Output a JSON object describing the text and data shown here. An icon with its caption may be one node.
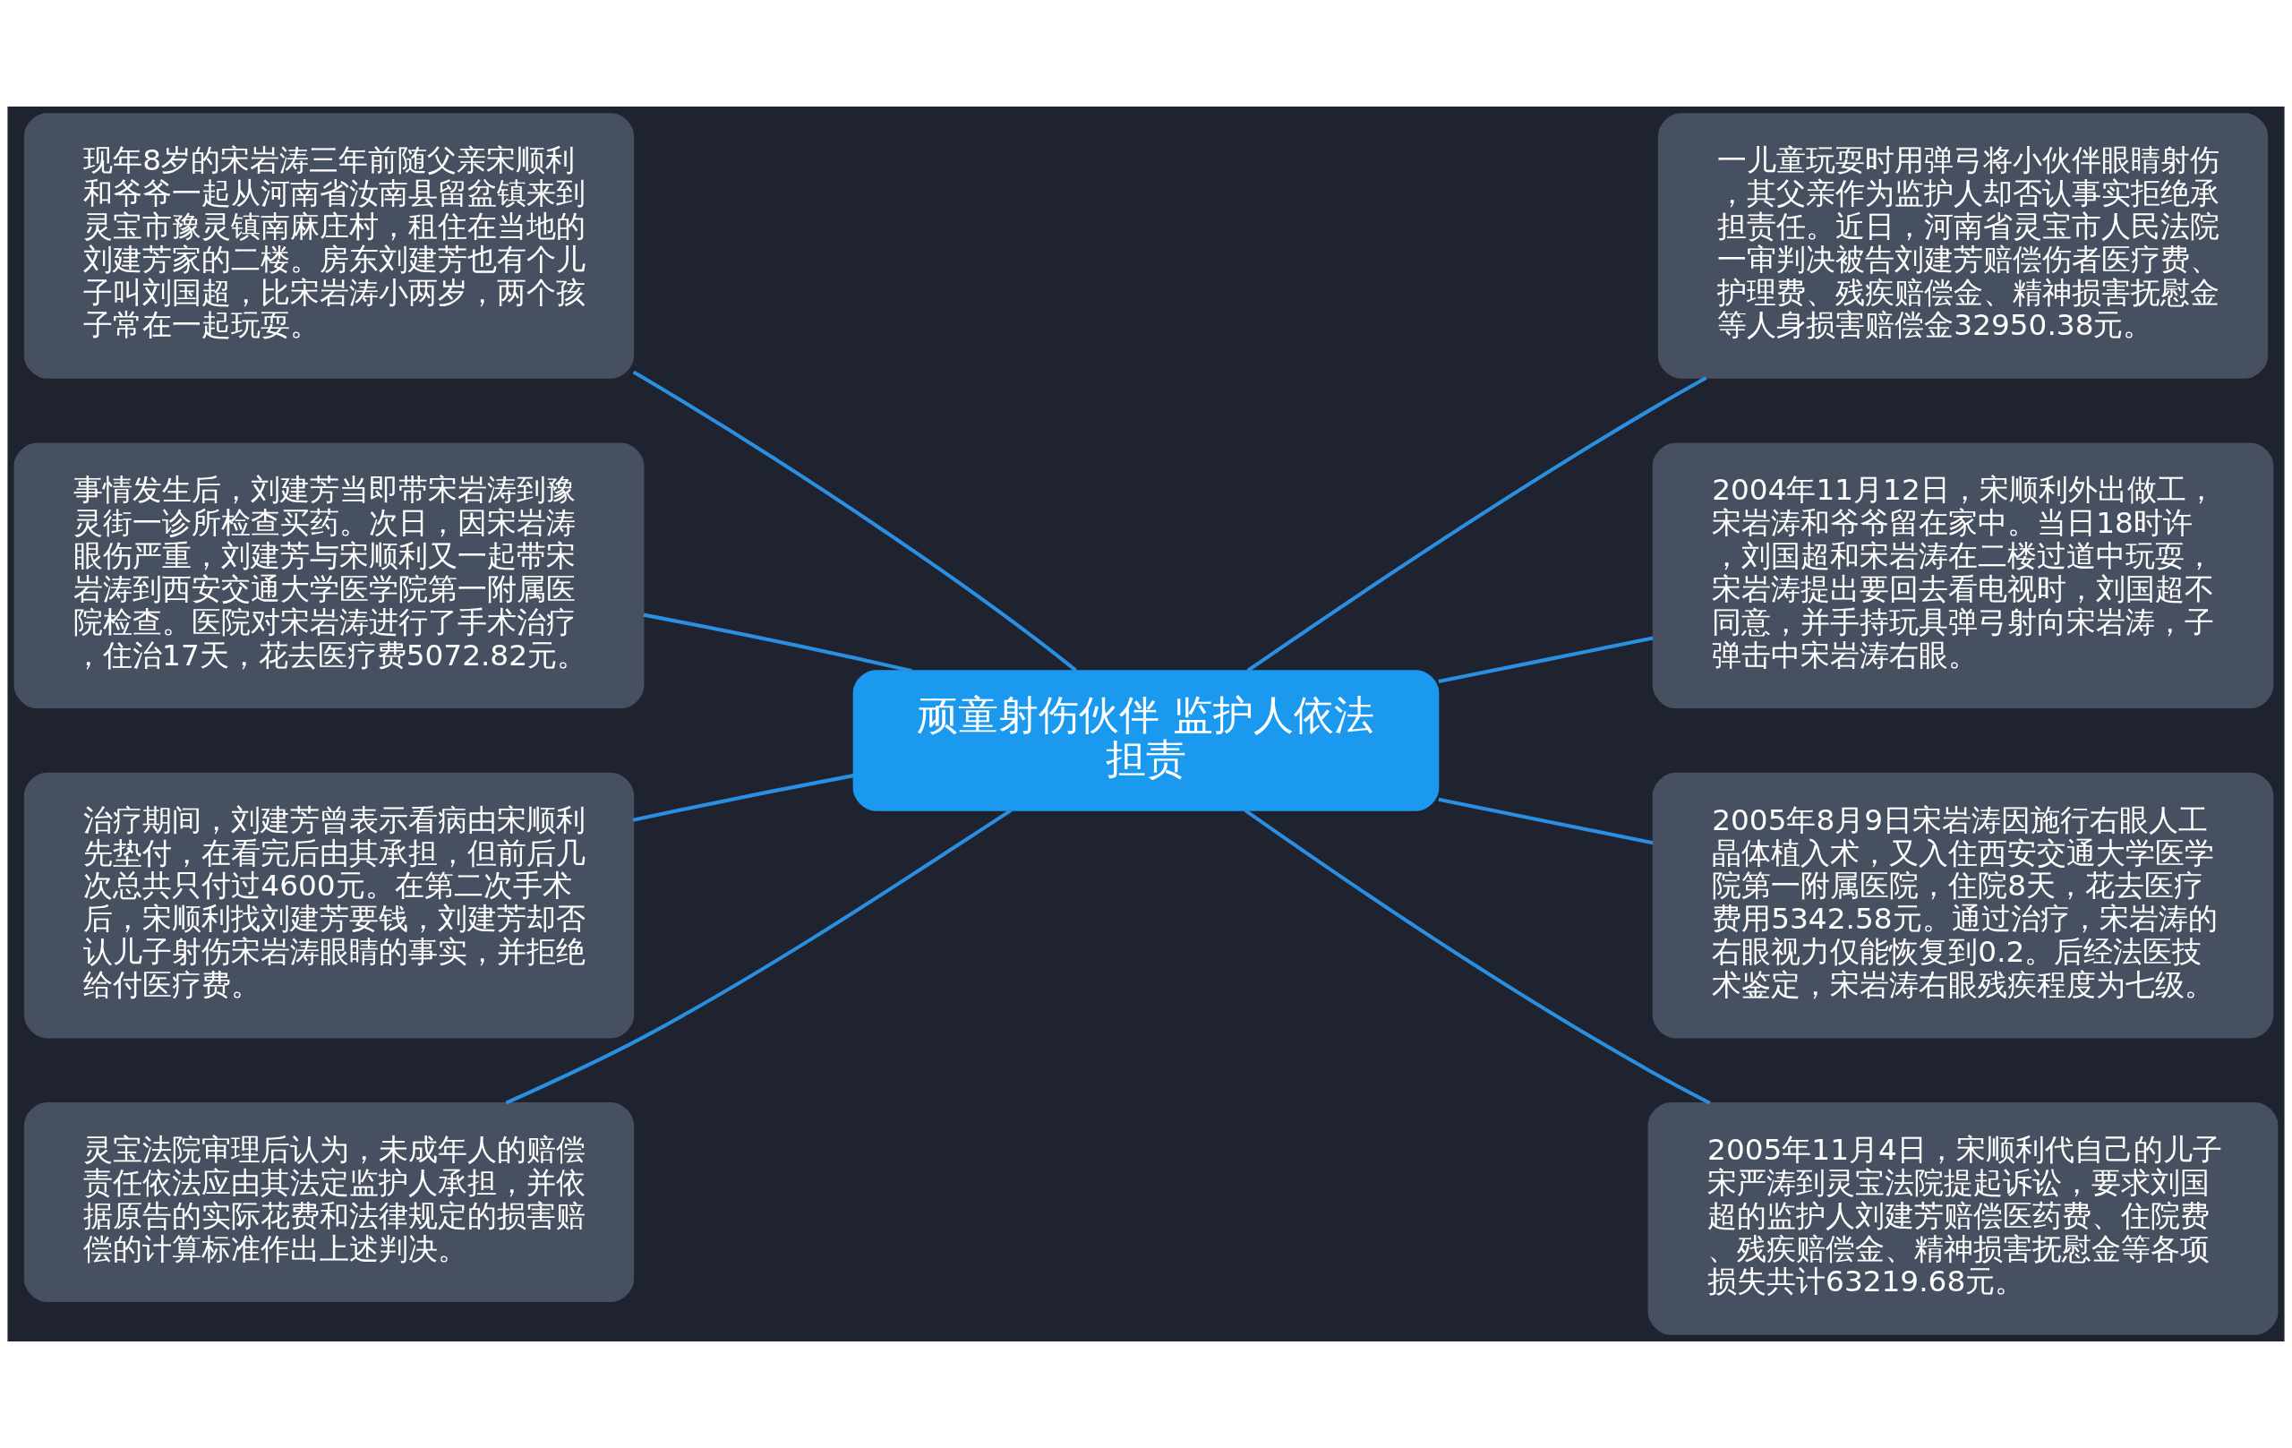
{
  "diagram": {
    "nodes": [
      {
        "text": [
          "顽童射伤伙伴 监护人依法担责"
        ]
      },
      {
        "text": [
          "一儿童玩耍时用弹弓将小伙伴眼睛射伤，其父亲作为监护人却否认事实拒绝承担责任。近日，河南省灵宝市人民法院一审判决被告刘建芳赔偿伤者医疗费、护理费、残疾赔偿金、精神损害抚慰金等人身损害赔偿金32950.38元。"
        ]
      },
      {
        "text": [
          "2004年11月12日，宋顺利外出做工，宋岩涛和爷爷留在家中。当日18时许，刘国超和宋岩涛在二楼过道中玩耍，宋岩涛提出要回去看电视时，刘国超不同意，并手持玩具弹弓射向宋岩涛，子弹击中宋岩涛右眼。"
        ]
      },
      {
        "text": [
          "2005年8月9日宋岩涛因施行右眼人工晶体植入术，又入住西安交通大学医学院第一附属医院，住院8天，花去医疗费用5342.58元。通过治疗，宋岩涛的右眼视力仅能恢复到0.2。后经法医技术鉴定，宋岩涛右眼残疾程度为七级。"
        ]
      },
      {
        "text": [
          "2005年11月4日，宋顺利代自己的儿子宋严涛到灵宝法院提起诉讼，要求刘国超的监护人刘建芳赔偿医药费、住院费、残疾赔偿金、精神损害抚慰金等各项损失共计63219.68元。"
        ]
      },
      {
        "text": [
          "现年8岁的宋岩涛三年前随父亲宋顺利和爷爷一起从河南省汝南县留盆镇来到灵宝市豫灵镇南麻庄村，租住在当地的刘建芳家的二楼。房东刘建芳也有个儿子叫刘国超，比宋岩涛小两岁，两个孩子常在一起玩耍。"
        ]
      },
      {
        "text": [
          "事情发生后，刘建芳当即带宋岩涛到豫灵街一诊所检查买药。次日，因宋岩涛眼伤严重，刘建芳与宋顺利又一起带宋岩涛到西安交通大学医学院第一附属医院检查。医院对宋岩涛进行了手术治疗，住治17天，花去医疗费5072.82元。"
        ]
      },
      {
        "text": [
          "治疗期间，刘建芳曾表示看病由宋顺利先垫付，在看完后由其承担，但前后几次总共只付过4600元。在第二次手术后，宋顺利找刘建芳要钱，刘建芳却否认儿子射伤宋岩涛眼睛的事实，并拒绝给付医疗费。"
        ]
      },
      {
        "text": [
          "灵宝法院审理后认为，未成年人的赔偿责任依法应由其法定监护人承担，并依据原告的实际花费和法律规定的损害赔偿的计算标准作出上述判决。"
        ]
      }
    ],
    "edges": [
      {
        "from": 0,
        "to": 1,
        "arrow": "none"
      },
      {
        "from": 0,
        "to": 2,
        "arrow": "none"
      },
      {
        "from": 0,
        "to": 3,
        "arrow": "none"
      },
      {
        "from": 0,
        "to": 4,
        "arrow": "none"
      },
      {
        "from": 0,
        "to": 5,
        "arrow": "none"
      },
      {
        "from": 0,
        "to": 6,
        "arrow": "none"
      },
      {
        "from": 0,
        "to": 7,
        "arrow": "none"
      },
      {
        "from": 0,
        "to": 8,
        "arrow": "none"
      }
    ]
  }
}
